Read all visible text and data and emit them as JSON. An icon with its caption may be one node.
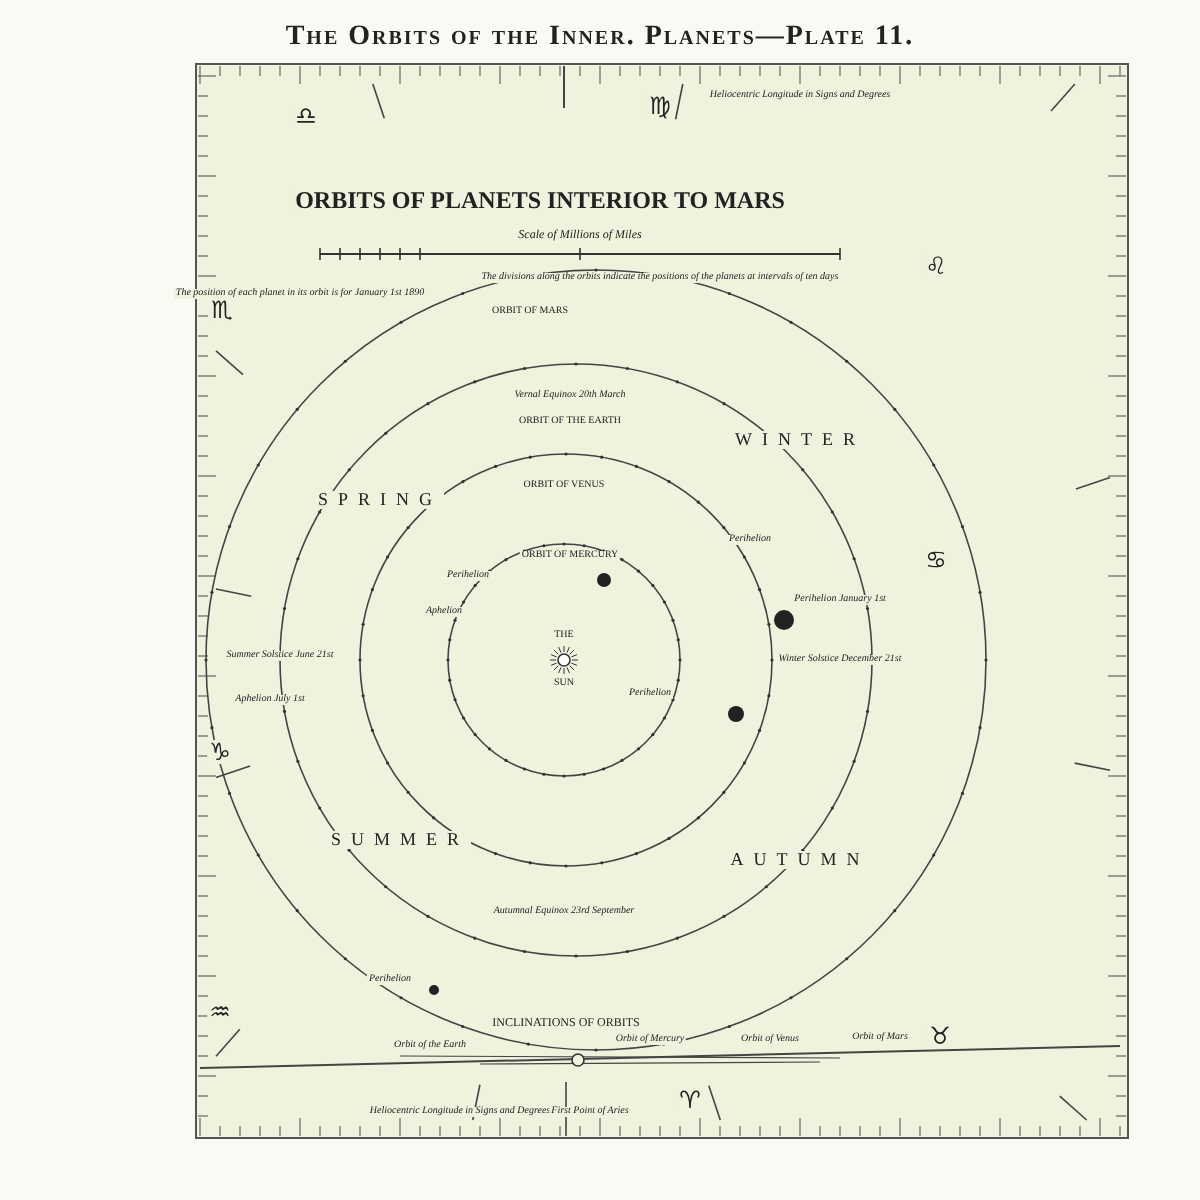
{
  "diagram": {
    "title": "The Orbits of the Inner. Planets—Plate 11.",
    "labels": [
      "♎",
      "♍",
      "Heliocentric Longitude in Signs and Degrees",
      "ORBITS OF PLANETS INTERIOR TO MARS",
      "Scale of Millions of Miles",
      "The divisions along the orbits indicate the positions of the planets at intervals of ten days",
      "The position of each planet in its orbit is for January 1st 1890",
      "ORBIT OF MARS",
      "♏",
      "♌",
      "Vernal Equinox 20th March",
      "ORBIT OF THE EARTH",
      "SPRING",
      "WINTER",
      "ORBIT OF VENUS",
      "ORBIT OF MERCURY",
      "Perihelion",
      "♋",
      "Perihelion",
      "Aphelion",
      "THE",
      "Perihelion January 1st",
      "Summer Solstice June 21st",
      "SUN",
      "Winter Solstice December 21st",
      "Aphelion July 1st",
      "Perihelion",
      "SUMMER",
      "AUTUMN",
      "♑",
      "Autumnal Equinox 23rd September",
      "Perihelion",
      "♒",
      "INCLINATIONS OF ORBITS",
      "♉",
      "Orbit of the Earth",
      "Orbit of Mercury",
      "Orbit of Venus",
      "Orbit of Mars",
      "♈",
      "Heliocentric Longitude in Signs and Degrees",
      "First Point of Aries"
    ]
  }
}
